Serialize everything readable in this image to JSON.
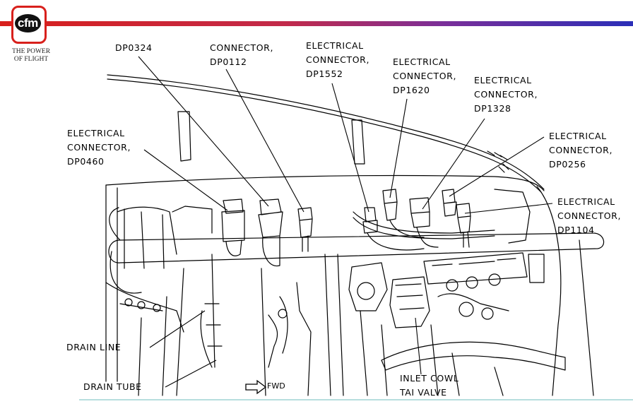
{
  "logo": {
    "brand": "cfm",
    "tagline_line1": "THE POWER",
    "tagline_line2": "OF FLIGHT",
    "colors": {
      "red": "#d8201c",
      "blue": "#2b2fb8"
    }
  },
  "labels": {
    "dp0324": {
      "line1": "DP0324"
    },
    "dp0112": {
      "line1": "CONNECTOR,",
      "line2": "DP0112"
    },
    "dp1552": {
      "line1": "ELECTRICAL",
      "line2": "CONNECTOR,",
      "line3": "DP1552"
    },
    "dp1620": {
      "line1": "ELECTRICAL",
      "line2": "CONNECTOR,",
      "line3": "DP1620"
    },
    "dp1328": {
      "line1": "ELECTRICAL",
      "line2": "CONNECTOR,",
      "line3": "DP1328"
    },
    "dp0256": {
      "line1": "ELECTRICAL",
      "line2": "CONNECTOR,",
      "line3": "DP0256"
    },
    "dp0460": {
      "line1": "ELECTRICAL",
      "line2": "CONNECTOR,",
      "line3": "DP0460"
    },
    "dp1104": {
      "line1": "ELECTRICAL",
      "line2": "CONNECTOR,",
      "line3": "DP1104"
    },
    "drain_line": {
      "line1": "DRAIN LINE"
    },
    "drain_tube": {
      "line1": "DRAIN TUBE"
    },
    "inlet_cowl": {
      "line1": "INLET COWL",
      "line2": "TAI VALVE"
    },
    "fwd": "FWD"
  }
}
